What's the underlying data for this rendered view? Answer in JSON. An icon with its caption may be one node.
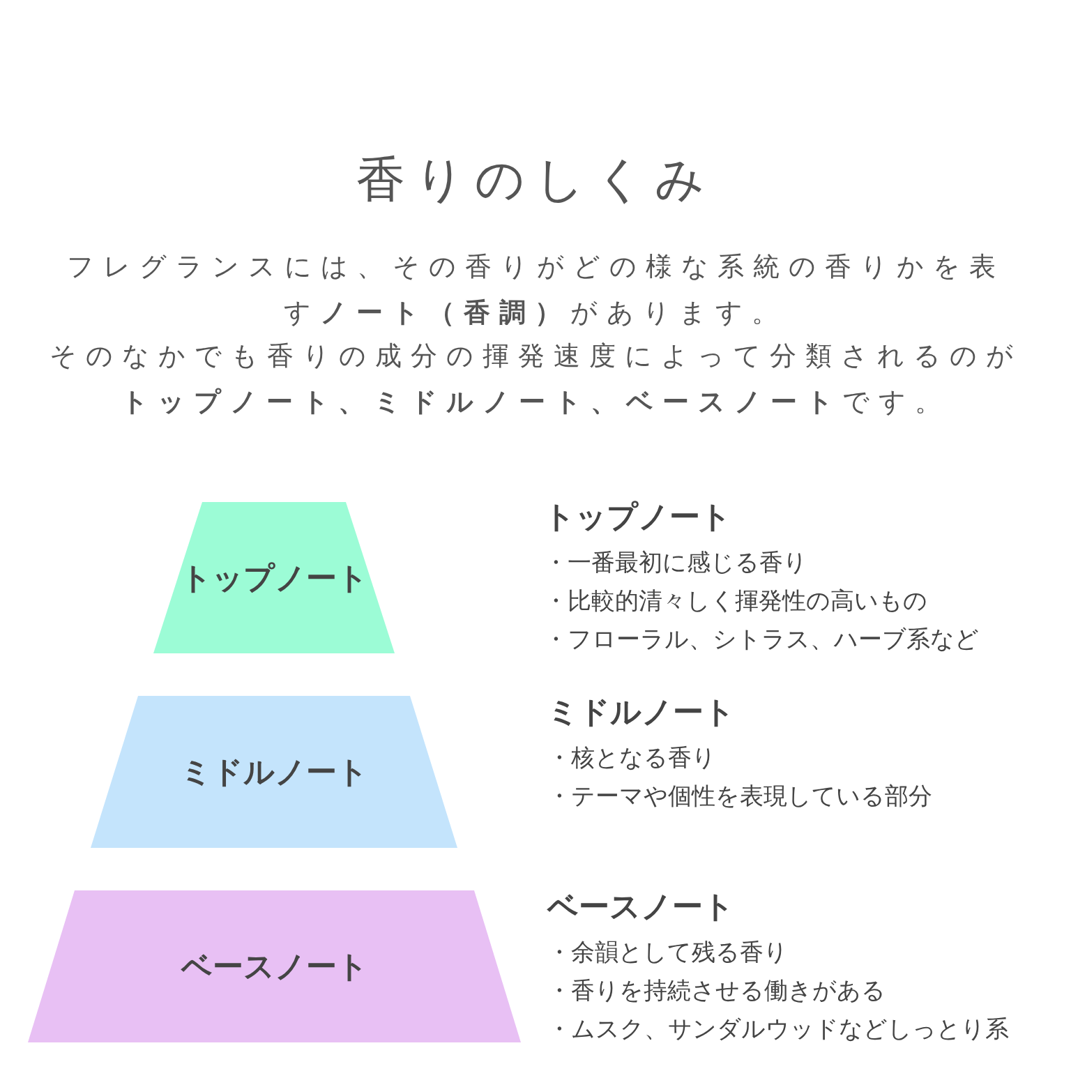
{
  "diagram": {
    "title": "香りのしくみ",
    "nodes": [
      {
        "text": [
          "トップノート"
        ],
        "beside": [
          "トップノート",
          "・一番最初に感じる香り",
          "・比較的清々しく揮発性の高いもの",
          "・フローラル、シトラス、ハーブ系など"
        ]
      },
      {
        "text": [
          "ミドルノート"
        ],
        "beside": [
          "ミドルノート",
          "・核となる香り",
          "・テーマや個性を表現している部分"
        ]
      },
      {
        "text": [
          "ベースノート"
        ],
        "beside": [
          "ベースノート",
          "・余韻として残る香り",
          "・香りを持続させる働きがある",
          "・ムスク、サンダルウッドなどしっとり系"
        ]
      }
    ],
    "labels": [
      "フレグランスには、その香りがどの様な系統の香りかを表す**ノート（香調）**があります。",
      "そのなかでも香りの成分の揮発速度によって分類されるのが**トップノート、ミドルノート、ベースノート**です。"
    ]
  }
}
